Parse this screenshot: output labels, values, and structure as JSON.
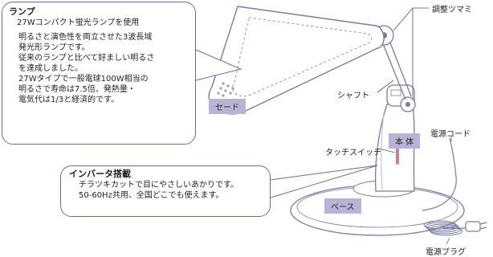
{
  "lamp_callout": {
    "title": "ランプ",
    "subtitle": "27Wコンパクト蛍光ランプを使用",
    "lines": [
      "明るさと演色性を両立させた3波長域",
      "発光形ランプです。",
      "従来のランプと比べて好ましい明るさ",
      "を達成しました。",
      "27Wタイプで一般電球100W相当の",
      "明るさで寿命は7.5倍、発熱量・",
      "電気代は1/3と経済的です。"
    ]
  },
  "inverter_callout": {
    "title": "インバータ搭載",
    "lines": [
      "チラツキカットで目にやさしいあかりです。",
      "50-60Hz共用、全国どこでも使えます。"
    ]
  },
  "labels": {
    "adjust_knob": "調整ツマミ",
    "shaft": "シャフト",
    "shade": "セード",
    "body": "本 体",
    "touch_switch": "タッチスイッチ",
    "power_cord": "電源コード",
    "base": "ベース",
    "power_plug": "電源プラグ"
  },
  "colors": {
    "lamp_fill": "#ffffff",
    "outline": "#7a7aa0",
    "tag_fill": "#b8b4d8",
    "switch_accent": "#d07aa0"
  }
}
